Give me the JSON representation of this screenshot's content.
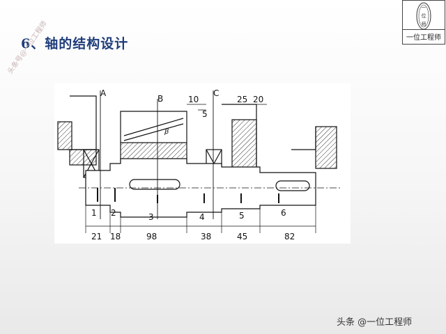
{
  "slide": {
    "title": "6、轴的结构设计"
  },
  "watermark": {
    "diagonal_text": "头条号@一位工程师"
  },
  "logo": {
    "label": "一位工程师",
    "badge_chars": [
      "一",
      "位",
      "师"
    ]
  },
  "drawing": {
    "section_letters": [
      "A",
      "B",
      "C"
    ],
    "beta": "β",
    "top_dims": [
      "10",
      "5",
      "25",
      "20"
    ],
    "segments": [
      "1",
      "2",
      "3",
      "4",
      "5",
      "6"
    ],
    "lengths": [
      "21",
      "18",
      "98",
      "38",
      "45",
      "82"
    ]
  },
  "footer": {
    "credit": "头条 @一位工程师"
  },
  "colors": {
    "title": "#1f3d7a",
    "line": "#111111",
    "hatch": "#333333"
  }
}
